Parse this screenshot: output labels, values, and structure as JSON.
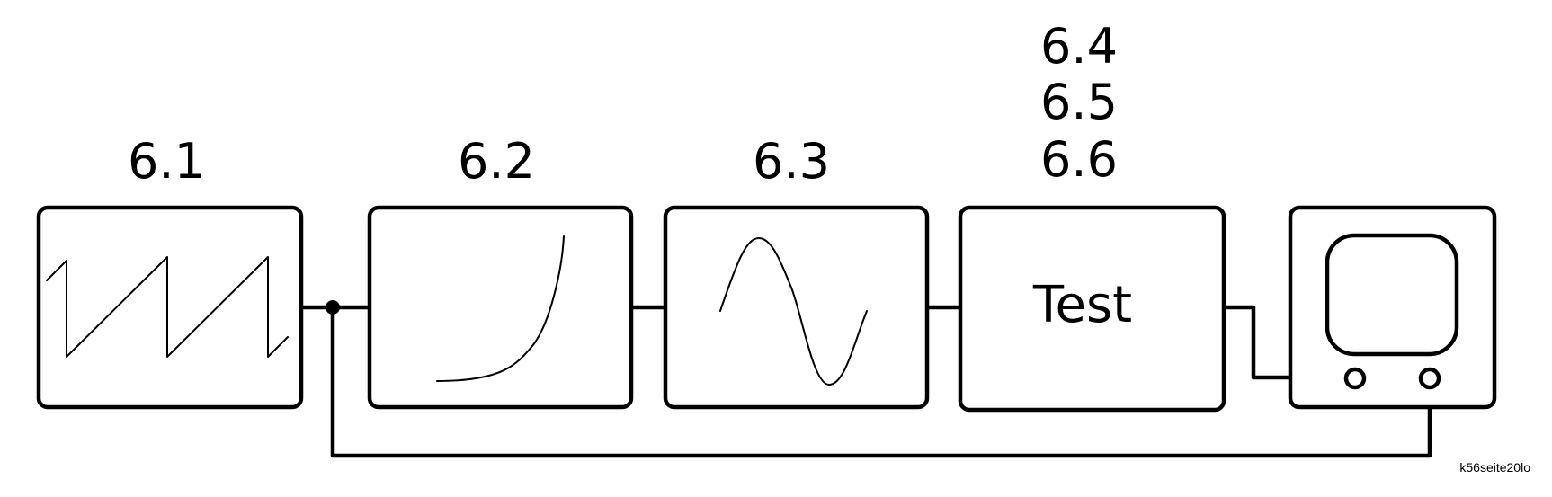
{
  "diagram": {
    "labels": {
      "block1": "6.1",
      "block2": "6.2",
      "block3": "6.3",
      "block4_line1": "6.4",
      "block4_line2": "6.5",
      "block4_line3": "6.6"
    },
    "test_block_text": "Test",
    "credit": "k56seite20lo"
  }
}
